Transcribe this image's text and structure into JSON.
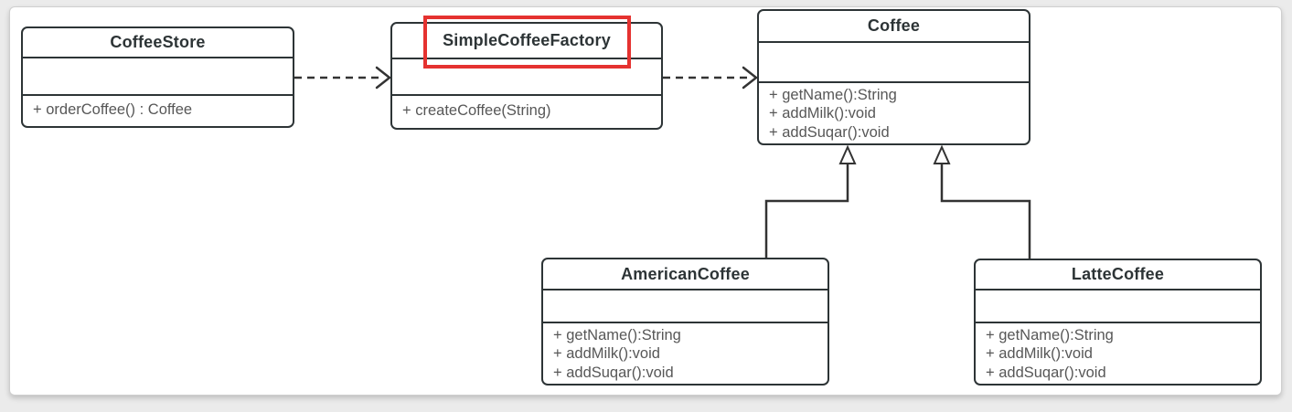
{
  "page": {
    "background": "#ebebeb",
    "canvas_background": "#ffffff"
  },
  "diagram": {
    "type": "uml-class-diagram",
    "classes": [
      {
        "id": "coffee-store",
        "name": "CoffeeStore",
        "attributes": [],
        "methods": [
          "+ orderCoffee() : Coffee"
        ],
        "highlighted": false
      },
      {
        "id": "simple-coffee-factory",
        "name": "SimpleCoffeeFactory",
        "attributes": [],
        "methods": [
          "+ createCoffee(String)"
        ],
        "highlighted": true
      },
      {
        "id": "coffee",
        "name": "Coffee",
        "attributes": [],
        "methods": [
          "+ getName():String",
          "+ addMilk():void",
          "+ addSuqar():void"
        ],
        "highlighted": false
      },
      {
        "id": "american-coffee",
        "name": "AmericanCoffee",
        "attributes": [],
        "methods": [
          "+ getName():String",
          "+ addMilk():void",
          "+ addSuqar():void"
        ],
        "highlighted": false
      },
      {
        "id": "latte-coffee",
        "name": "LatteCoffee",
        "attributes": [],
        "methods": [
          "+ getName():String",
          "+ addMilk():void",
          "+ addSuqar():void"
        ],
        "highlighted": false
      }
    ],
    "relations": [
      {
        "from": "CoffeeStore",
        "to": "SimpleCoffeeFactory",
        "type": "dashed-dependency-arrow"
      },
      {
        "from": "SimpleCoffeeFactory",
        "to": "Coffee",
        "type": "dashed-dependency-arrow"
      },
      {
        "from": "AmericanCoffee",
        "to": "Coffee",
        "type": "inheritance-hollow-triangle"
      },
      {
        "from": "LatteCoffee",
        "to": "Coffee",
        "type": "inheritance-hollow-triangle"
      }
    ],
    "colors": {
      "box_border": "#2d3436",
      "title_text": "#2d3436",
      "method_text": "#575757",
      "arrow": "#333333",
      "highlight_box": "#e53230"
    }
  }
}
